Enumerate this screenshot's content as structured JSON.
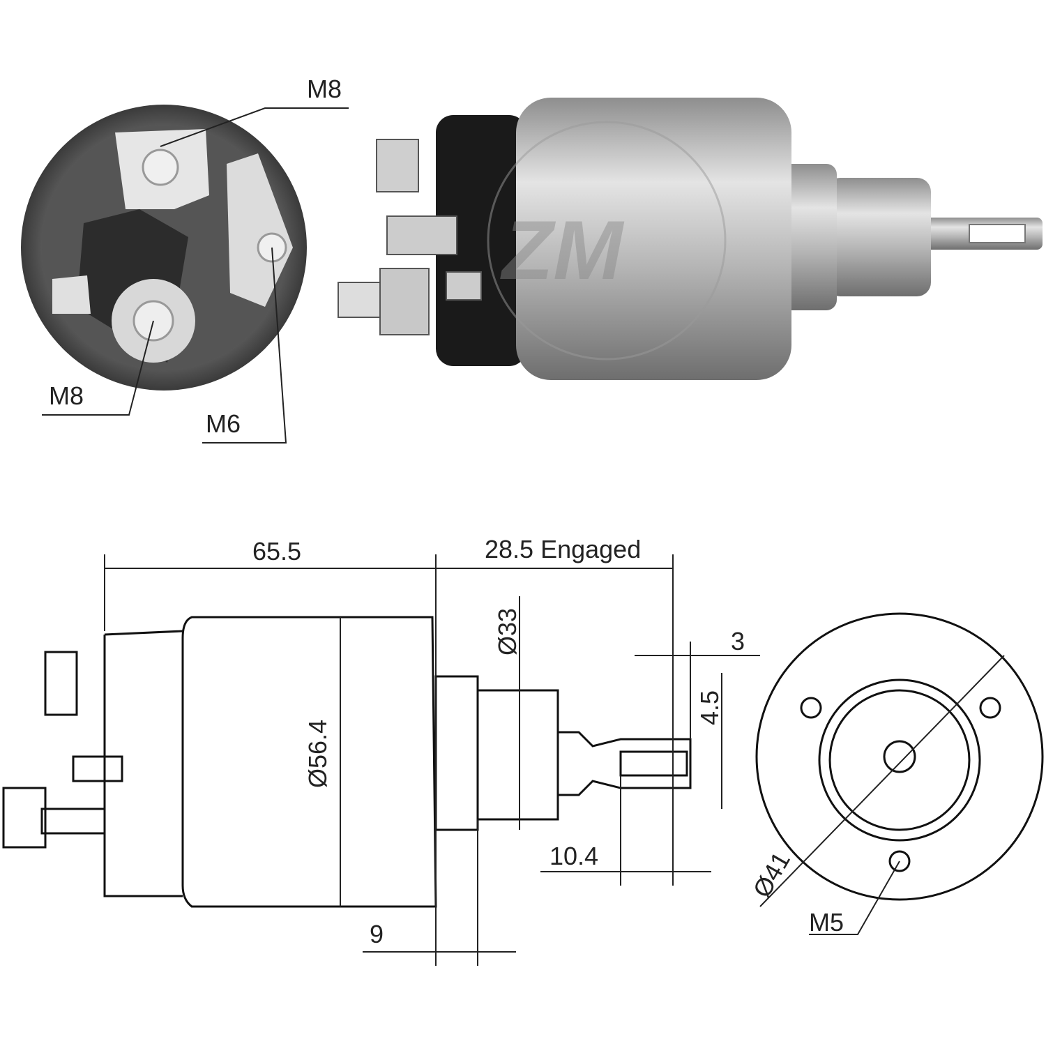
{
  "photo_labels": {
    "top_terminal": "M8",
    "bottom_terminal": "M8",
    "control_terminal": "M6"
  },
  "dimensions": {
    "body_length": "65.5",
    "plunger_engaged": "28.5 Engaged",
    "plunger_diameter": "Ø33",
    "body_diameter": "Ø56.4",
    "eye_thickness": "3",
    "eye_slot": "4.5",
    "eye_length": "10.4",
    "flange": "9",
    "bolt_circle": "Ø41",
    "mount_thread": "M5"
  },
  "watermark": "ZM",
  "colors": {
    "line": "#111111",
    "body": "#b8b8b8",
    "cap": "#1a1a1a"
  }
}
